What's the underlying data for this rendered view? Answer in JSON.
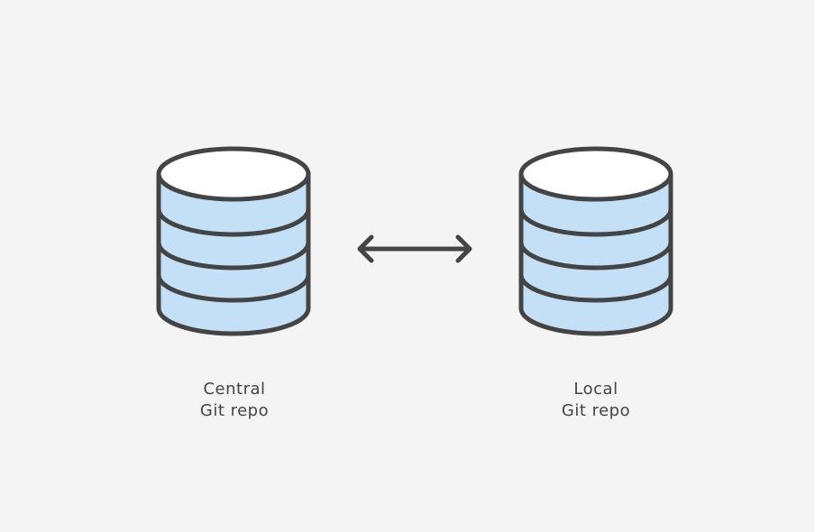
{
  "colors": {
    "background": "#f4f4f4",
    "stroke": "#444444",
    "fill": "#c3e0f7",
    "top_fill": "#ffffff"
  },
  "repos": [
    {
      "name": "database-central-icon",
      "line1": "Central",
      "line2": "Git repo"
    },
    {
      "name": "database-local-icon",
      "line1": "Local",
      "line2": "Git repo"
    }
  ],
  "connector": {
    "name": "bidirectional-arrow-icon",
    "type": "two-way"
  }
}
